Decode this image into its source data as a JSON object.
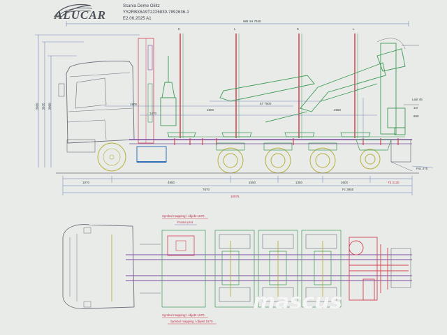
{
  "brand": {
    "name": "ALUCAR"
  },
  "title_block": {
    "line1": "Scania Deme Oliitz",
    "line2": "YS2RBX6A9T2226830-7892636-1",
    "line3": "E2.06.2025 A1"
  },
  "stake_markers": [
    "K",
    "L",
    "K",
    "L"
  ],
  "side_dimensions": {
    "top_overall": "WB 4H 7645",
    "vertical_left": [
      "3960",
      "3635",
      "3060"
    ],
    "mid_left": [
      "1900",
      "1470"
    ],
    "mid_center": [
      "5T 7500",
      "1900",
      "2550"
    ],
    "crane_right": [
      "Last 45",
      "1m",
      "690"
    ],
    "bottom_row1": [
      "1070",
      "4950",
      "1550",
      "1350",
      "2600",
      "Tb 2130"
    ],
    "bottom_row2": [
      "7870",
      "Fc 3950"
    ],
    "bottom_row3": [
      "10975"
    ],
    "right_note": "Psz 270"
  },
  "plan_labels": {
    "top1": "Symbol mapping / objekt 1570",
    "top2": "Frame prot",
    "bottom1": "Symbol mapping / objekt 1570",
    "bottom2": "Symbol mapping / objekt 1570"
  },
  "watermark": "mascus",
  "colors": {
    "paper": "#e9ebe9",
    "line_gray": "#6a6f79",
    "crane_green": "#3d9a55",
    "stake_red": "#d2404f",
    "frame_purple": "#7b4aa3",
    "wheel_yellow": "#b8b03a",
    "tank_blue": "#2f6fb8",
    "dim_blue": "#5a6fb0"
  }
}
